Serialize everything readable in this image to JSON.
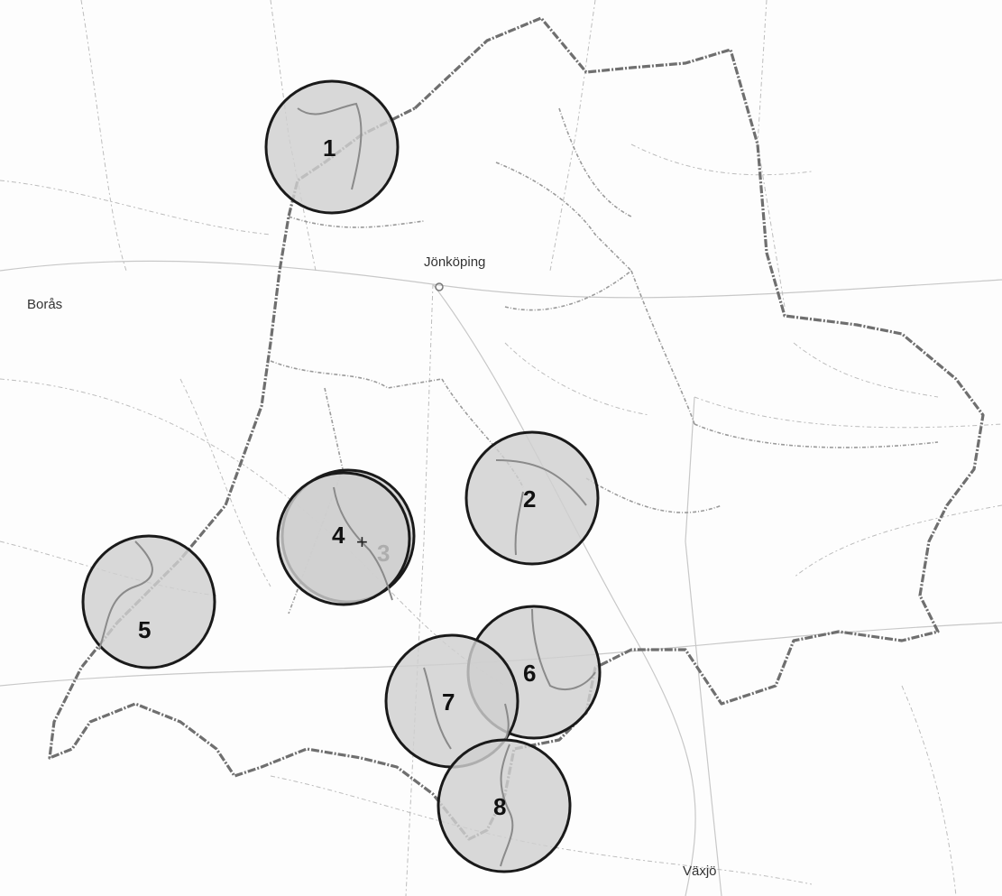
{
  "map": {
    "places": {
      "jonkoping": "Jönköping",
      "boras": "Borås",
      "vaxjo": "Växjö"
    },
    "markers": [
      {
        "label": "1"
      },
      {
        "label": "2"
      },
      {
        "label": "3"
      },
      {
        "label": "4"
      },
      {
        "label": "5"
      },
      {
        "label": "6"
      },
      {
        "label": "7"
      },
      {
        "label": "8"
      }
    ],
    "center_mark": "+",
    "colors": {
      "circle_fill": "#cfcfcf",
      "circle_stroke": "#1a1a1a",
      "county_border": "#6f6f6f",
      "roads": "#bdbdbd"
    }
  }
}
